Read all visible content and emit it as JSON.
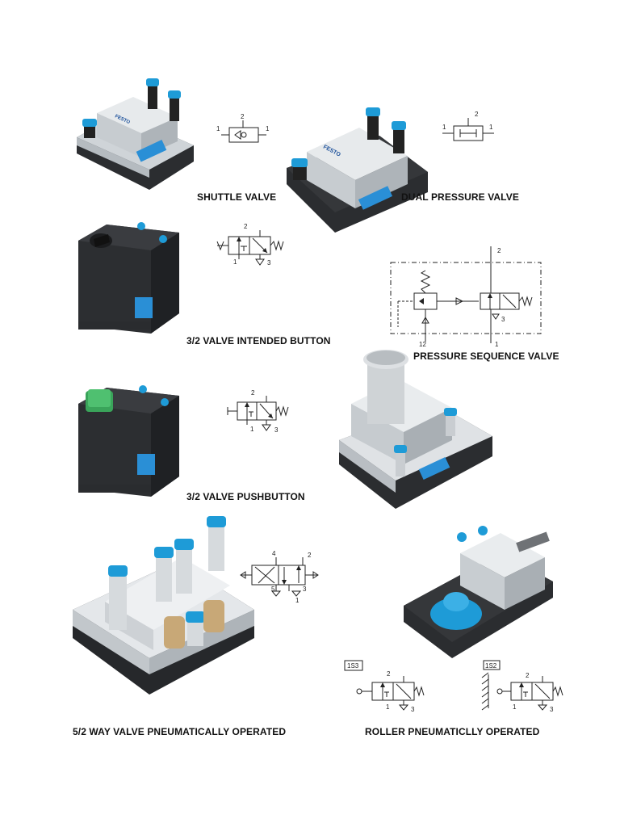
{
  "captions": {
    "shuttle": "SHUTTLE VALVE",
    "dual": "DUAL PRESSURE VALVE",
    "intended": "3/2 VALVE INTENDED BUTTON",
    "sequence": "PRESSURE SEQUENCE VALVE",
    "pushbutton": "3/2 VALVE PUSHBUTTON",
    "way52": "5/2 WAY VALVE PNEUMATICALLY OPERATED",
    "roller": "ROLLER PNEUMATICLLY OPERATED"
  },
  "labels": {
    "shuttle": [
      "2",
      "1",
      "1"
    ],
    "dual": [
      "2",
      "1",
      "1"
    ],
    "intended": [
      "2",
      "1",
      "3"
    ],
    "sequence": [
      "2",
      "12",
      "1",
      "3"
    ],
    "pushbutton": [
      "2",
      "1",
      "3"
    ],
    "way52": [
      "4",
      "2",
      "5",
      "3",
      "1"
    ],
    "roller1": [
      "1S3",
      "2",
      "1",
      "3"
    ],
    "roller2": [
      "1S2",
      "2",
      "1",
      "3"
    ]
  },
  "brand": "FESTO",
  "colors": {
    "fitting_blue": "#1e9bd7",
    "body_dark": "#2b2d30",
    "aluminium": "#d9dde0",
    "handle_blue": "#2a8fd6"
  }
}
